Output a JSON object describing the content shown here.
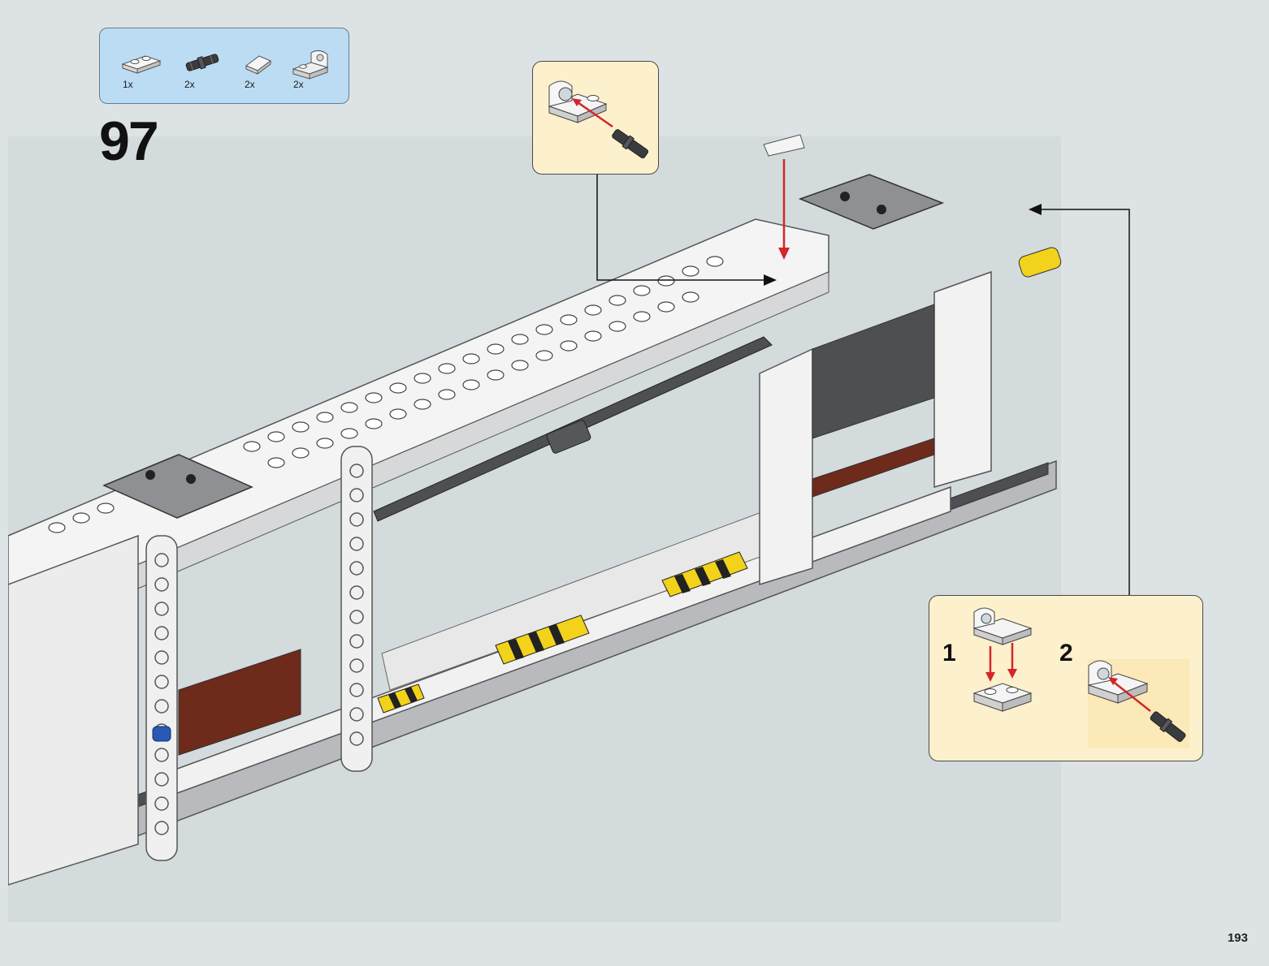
{
  "parts_list": [
    {
      "name": "plate-1x2-with-hole",
      "qty": "1x",
      "icon": "plate-icon"
    },
    {
      "name": "technic-pin-dark",
      "qty": "2x",
      "icon": "technic-pin-icon"
    },
    {
      "name": "slope-tile-small",
      "qty": "2x",
      "icon": "slope-icon"
    },
    {
      "name": "brick-with-round-hole",
      "qty": "2x",
      "icon": "pin-hole-brick-icon"
    }
  ],
  "step": {
    "number": "97"
  },
  "substeps": {
    "first": "1",
    "second": "2"
  },
  "page": {
    "number": "193"
  },
  "colors": {
    "parts_callout_bg": "#bcdcf4",
    "submodel_callout_bg": "#fdf0cc",
    "arrow_red": "#d3262a",
    "brick_white": "#f4f4f4",
    "brick_dark_gray": "#4e4f52",
    "brick_light_gray": "#a8a9ab",
    "accent_yellow": "#f2d21a",
    "accent_dark_red": "#6e2a1a"
  }
}
